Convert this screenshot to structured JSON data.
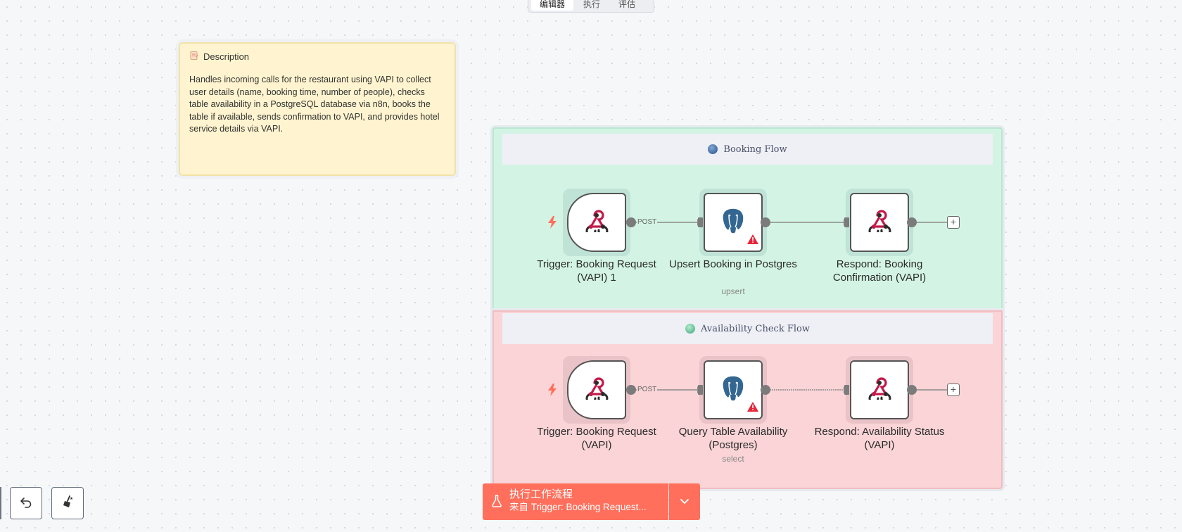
{
  "top_tabs": [
    {
      "label": "编辑器",
      "active": true
    },
    {
      "label": "执行",
      "active": false
    },
    {
      "label": "评估",
      "active": false
    }
  ],
  "note": {
    "title": "Description",
    "body": "Handles incoming calls for the restaurant using VAPI to collect user details (name, booking time, number of people), checks table availability in a PostgreSQL database via n8n, books the table if available, sends confirmation to VAPI, and provides hotel service details via VAPI."
  },
  "booking_flow": {
    "title": "Booking Flow",
    "connection_label": "POST",
    "nodes": [
      {
        "name": "Trigger: Booking Request (VAPI) 1",
        "icon": "webhook-icon"
      },
      {
        "name": "Upsert Booking in Postgres",
        "sub": "upsert",
        "icon": "postgres-icon",
        "warning": true
      },
      {
        "name": "Respond: Booking Confirmation (VAPI)",
        "icon": "webhook-icon"
      }
    ]
  },
  "availability_flow": {
    "title": "Availability Check Flow",
    "connection_label": "POST",
    "nodes": [
      {
        "name": "Trigger: Booking Request (VAPI)",
        "icon": "webhook-icon"
      },
      {
        "name": "Query Table Availability (Postgres)",
        "sub": "select",
        "icon": "postgres-icon",
        "warning": true
      },
      {
        "name": "Respond: Availability Status (VAPI)",
        "icon": "webhook-icon"
      }
    ]
  },
  "execute_button": {
    "title": "执行工作流程",
    "subtitle": "来自 Trigger: Booking Request..."
  },
  "colors": {
    "booking_group": "#d3f4e4",
    "availability_group": "#fad4d6",
    "note": "#fff4cf",
    "execute": "#ff6f5c"
  }
}
